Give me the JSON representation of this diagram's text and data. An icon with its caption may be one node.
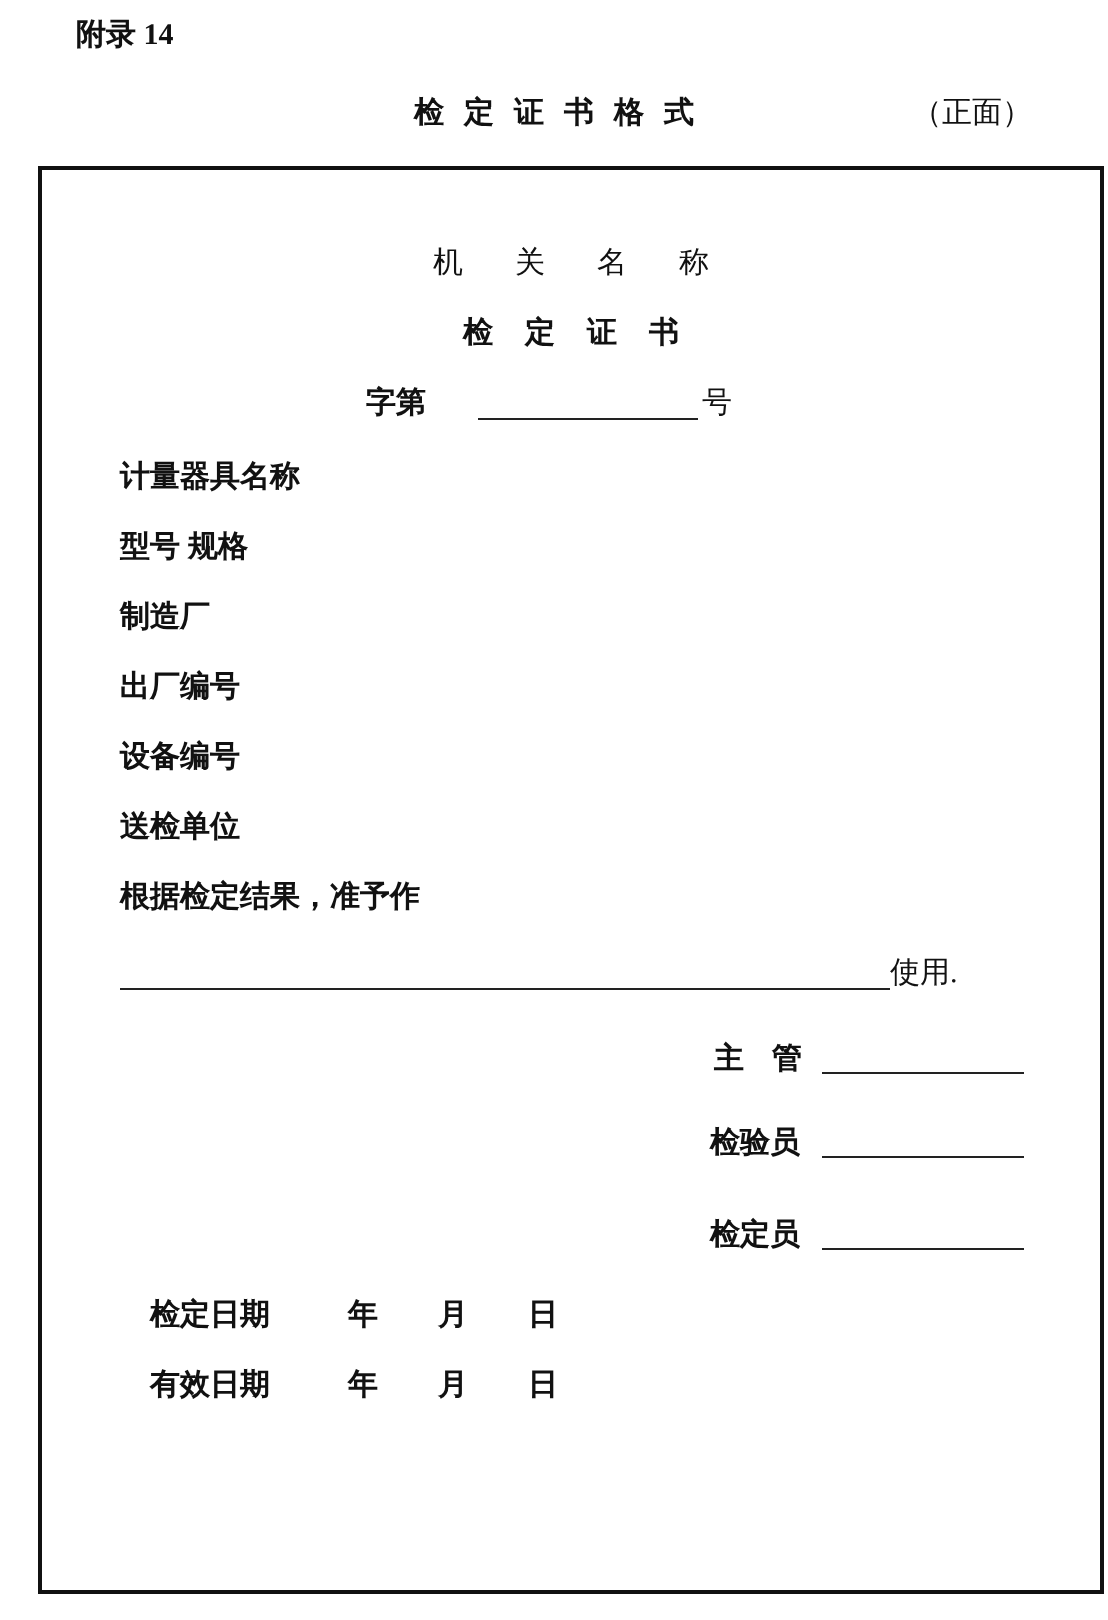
{
  "diagram": {
    "title": "检定证书格式",
    "nodes": [
      {
        "text": [
          "机关名称",
          "检定证书",
          "字第",
          "号",
          "计量器具名称",
          "型号 规格",
          "制造厂",
          "出厂编号",
          "设备编号",
          "送检单位",
          "根据检定结果，准予作",
          "使用.",
          "主管",
          "检验员",
          "检定员",
          "检定日期",
          "年",
          "月",
          "日",
          "有效日期",
          "年",
          "月",
          "日"
        ]
      }
    ],
    "edges": [],
    "labels": [
      "附录 14",
      "（正面）"
    ]
  }
}
